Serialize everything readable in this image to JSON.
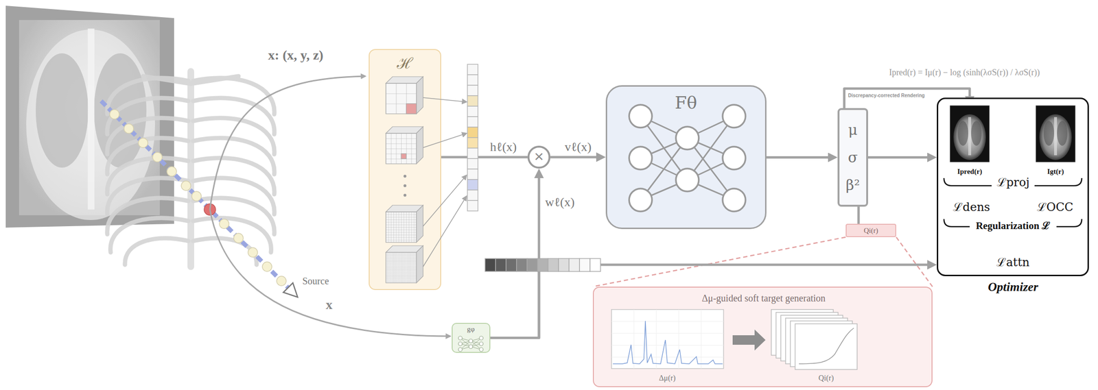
{
  "diagram": {
    "nodes": [
      {
        "text": [
          "ℋ"
        ]
      },
      {
        "text": [
          "×"
        ]
      },
      {
        "text": [
          "Fθ"
        ]
      },
      {
        "text": [
          "μ",
          "σ",
          "β²"
        ]
      },
      {
        "text": [
          "gφ"
        ]
      },
      {
        "text": [
          "Qi(r)"
        ]
      },
      {
        "text": [
          "Δμ-guided soft target generation",
          "Δμ(r)",
          "Qi(r)"
        ]
      },
      {
        "text": [
          "ℒproj",
          "ℒdens",
          "ℒOCC",
          "Regularization ℒ",
          "ℒattn",
          "Optimizer"
        ]
      },
      {
        "text": [
          "Ipred(r)"
        ],
        "in": 7
      },
      {
        "text": [
          "Igt(r)"
        ],
        "in": 7
      }
    ],
    "edges": [
      {
        "from": 0,
        "to": 1,
        "arrow": "none",
        "label": "hℓ(x)"
      },
      {
        "from": 1,
        "to": 2,
        "arrow": "to",
        "label": "vℓ(x)"
      },
      {
        "from": 2,
        "to": 3,
        "arrow": "to"
      },
      {
        "from": 3,
        "to": 7,
        "arrow": "to"
      },
      {
        "from": 3,
        "to": 8,
        "arrow": "to"
      },
      {
        "from": 3,
        "to": 5,
        "arrow": "none"
      },
      {
        "from": 5,
        "to": 6,
        "arrow": "none"
      },
      {
        "from": 4,
        "to": 1,
        "arrow": "to",
        "label": "wℓ(x)"
      },
      {
        "from": 4,
        "to": 7,
        "arrow": "to"
      }
    ],
    "labels": [
      "x: (x, y, z)",
      "Source",
      "x",
      "Ipred(r) = Iμ(r) − log (sinh(λσS(r)) / λσS(r))",
      "Discrepancy-corrected Rendering"
    ]
  }
}
